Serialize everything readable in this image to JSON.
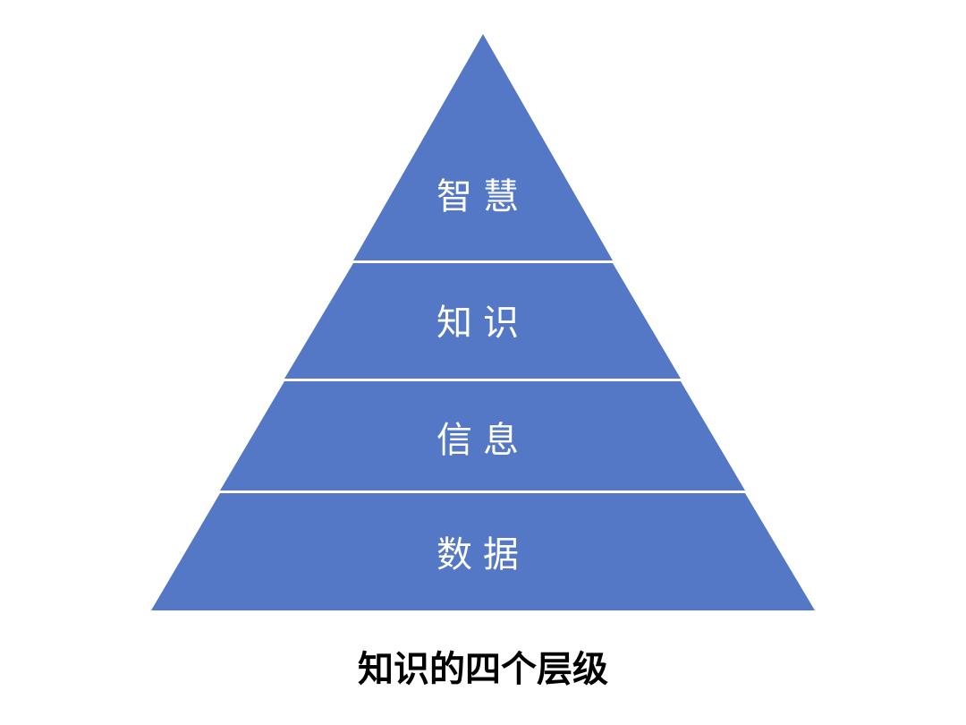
{
  "diagram": {
    "type": "pyramid",
    "fill_color": "#5478c6",
    "divider_color": "#ffffff",
    "layers_top_to_bottom": [
      {
        "label": "智慧"
      },
      {
        "label": "知识"
      },
      {
        "label": "信息"
      },
      {
        "label": "数据"
      }
    ]
  },
  "caption": "知识的四个层级"
}
